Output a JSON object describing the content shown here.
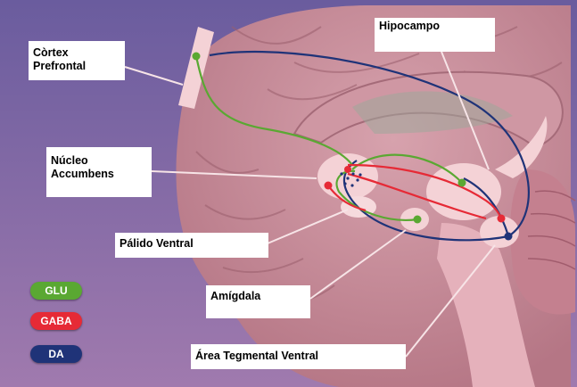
{
  "labels": {
    "cortex": "Còrtex\nPrefrontal",
    "hippocampus": "Hipocampo",
    "accumbens": "Núcleo\nAccumbens",
    "pallidum": "Pálido Ventral",
    "amygdala": "Amígdala",
    "vta": "Área Tegmental Ventral"
  },
  "legend": [
    {
      "label": "GLU",
      "color": "#5aa832"
    },
    {
      "label": "GABA",
      "color": "#e62a36"
    },
    {
      "label": "DA",
      "color": "#1f3378"
    }
  ],
  "colors": {
    "background": "#6a5a9c",
    "brain": "#c38a97",
    "highlight": "#f4d2d6",
    "glu": "#5aa832",
    "gaba": "#e62a36",
    "da": "#1f3378"
  }
}
